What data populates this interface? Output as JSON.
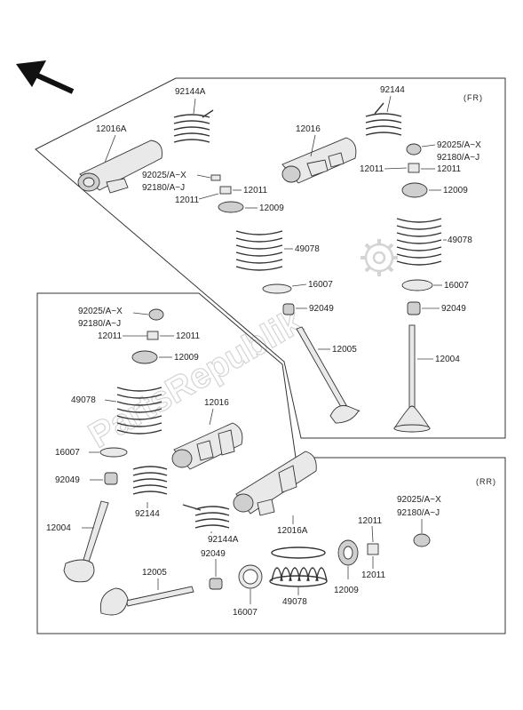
{
  "watermark": "PartsRepublik",
  "section_marks": {
    "front": "(FR)",
    "rear": "(RR)"
  },
  "front": {
    "left_arm": {
      "spring": "92144A",
      "rocker": "12016A",
      "retainer_key_a": "92025/A~X",
      "retainer_key_b": "92180/A~J",
      "collet": "12011",
      "retainer": "12009"
    },
    "right_arm": {
      "spring": "92144",
      "rocker": "12016",
      "retainer_key_a": "92025/A~X",
      "retainer_key_b": "92180/A~J",
      "collet": "12011",
      "retainer": "12009",
      "valve_spring": "49078",
      "seat": "16007",
      "seal": "92049",
      "valve": "12004"
    },
    "center": {
      "valve_spring": "49078",
      "seat": "16007",
      "seal": "92049",
      "valve": "12005"
    }
  },
  "rear": {
    "left": {
      "retainer_key_a": "92025/A~X",
      "retainer_key_b": "92180/A~J",
      "collet": "12011",
      "retainer": "12009",
      "valve_spring": "49078",
      "seat": "16007",
      "seal": "92049",
      "valve": "12004"
    },
    "center": {
      "rocker": "12016",
      "spring": "92144",
      "spring_a": "92144A",
      "rocker_a": "12016A",
      "valve": "12005",
      "seal": "92049",
      "seat": "16007",
      "valve_spring": "49078"
    },
    "right": {
      "retainer_key_a": "92025/A~X",
      "retainer_key_b": "92180/A~J",
      "collet_top": "12011",
      "collet_bottom": "12011",
      "retainer": "12009"
    }
  }
}
